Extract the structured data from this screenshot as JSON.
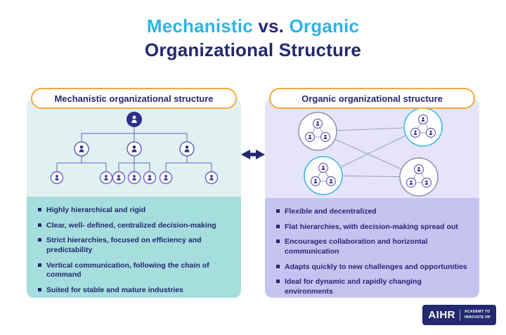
{
  "title": {
    "word1": "Mechanistic",
    "separator": " vs. ",
    "word2": "Organic",
    "line2": "Organizational Structure"
  },
  "left_panel": {
    "header": "Mechanistic organizational structure",
    "bullets": [
      "Highly hierarchical and rigid",
      "Clear, well- defined, centralized decision-making",
      "Strict hierarchies, focused on efficiency and predictability",
      "Vertical communication, following the chain of command",
      "Suited for stable and mature industries"
    ]
  },
  "right_panel": {
    "header": "Organic organizational structure",
    "bullets": [
      "Flexible and decentralized",
      "Flat hierarchies, with decision-making spread out",
      "Encourages collaboration and horizontal communication",
      "Adapts quickly to new challenges and opportunities",
      "Ideal for dynamic and rapidly changing environments"
    ]
  },
  "logo": {
    "name": "AIHR",
    "tagline_line1": "ACADEMY TO",
    "tagline_line2": "INNOVATE HR"
  },
  "colors": {
    "navy": "#232870",
    "cyan": "#2fb3e4",
    "pill-border": "#f5a83c",
    "left-light": "#dff2f1",
    "left-dark": "#a5dedc",
    "right-light": "#e6e4f8",
    "right-dark": "#c7c3f1",
    "node-stroke": "#6c5fc7",
    "line": "#9aa0b8"
  }
}
